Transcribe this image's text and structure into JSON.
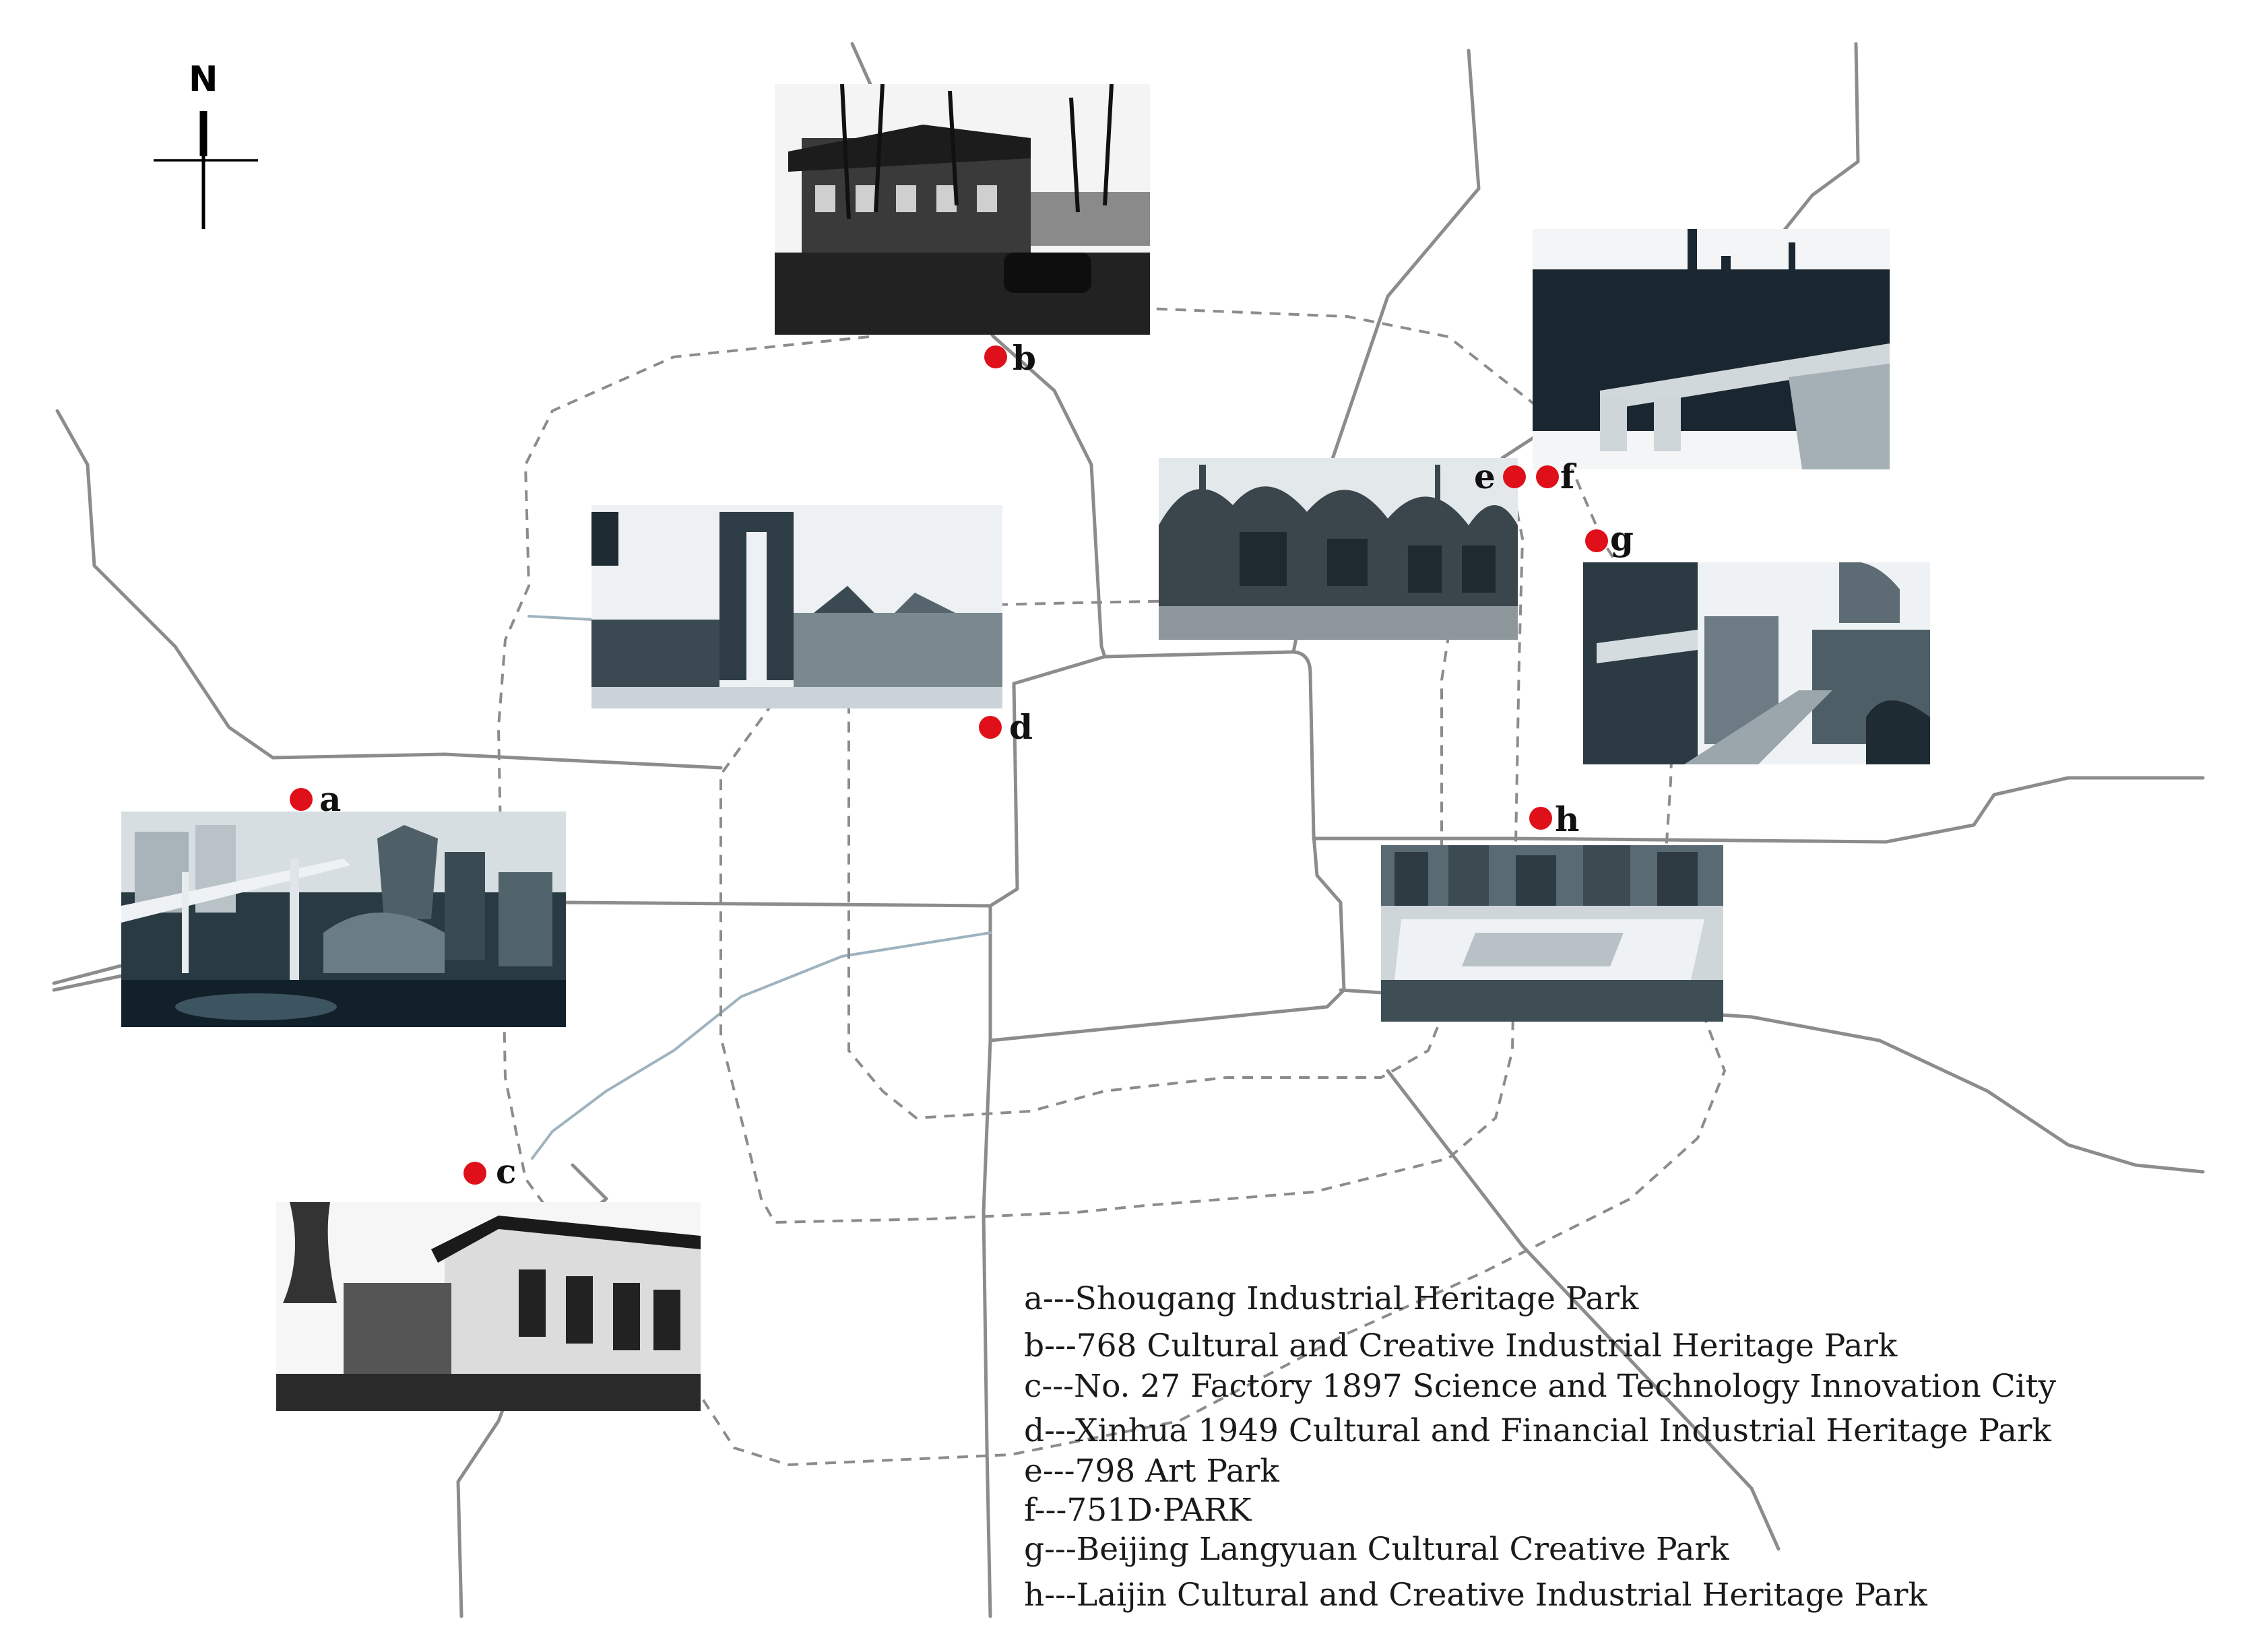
{
  "compass": {
    "label": "N",
    "icon": "north-arrow-icon"
  },
  "colors": {
    "marker": "#e0101a",
    "road": "#8c8c8c",
    "ring_road": "#8c8c8c",
    "river": "#9fb3bf"
  },
  "sites": [
    {
      "key": "a",
      "label": "a",
      "name": "Shougang Industrial Heritage Park"
    },
    {
      "key": "b",
      "label": "b",
      "name": "768 Cultural and Creative Industrial Heritage Park"
    },
    {
      "key": "c",
      "label": "c",
      "name": "No. 27 Factory 1897 Science and Technology Innovation City"
    },
    {
      "key": "d",
      "label": "d",
      "name": "Xinhua 1949 Cultural and Financial Industrial Heritage Park"
    },
    {
      "key": "e",
      "label": "e",
      "name": "798 Art Park"
    },
    {
      "key": "f",
      "label": "f",
      "name": "751D·PARK"
    },
    {
      "key": "g",
      "label": "g",
      "name": "Beijing Langyuan Cultural Creative Park"
    },
    {
      "key": "h",
      "label": "h",
      "name": "Laijin Cultural and Creative Industrial Heritage Park"
    }
  ],
  "legend": [
    "a---Shougang Industrial Heritage Park",
    "b---768 Cultural and Creative Industrial Heritage Park",
    "c---No. 27 Factory 1897 Science and Technology Innovation City",
    "d---Xinhua 1949 Cultural and Financial Industrial Heritage Park",
    "e---798 Art Park",
    "f---751D·PARK",
    "g---Beijing Langyuan Cultural Creative Park",
    "h---Laijin Cultural and Creative Industrial Heritage Park"
  ]
}
